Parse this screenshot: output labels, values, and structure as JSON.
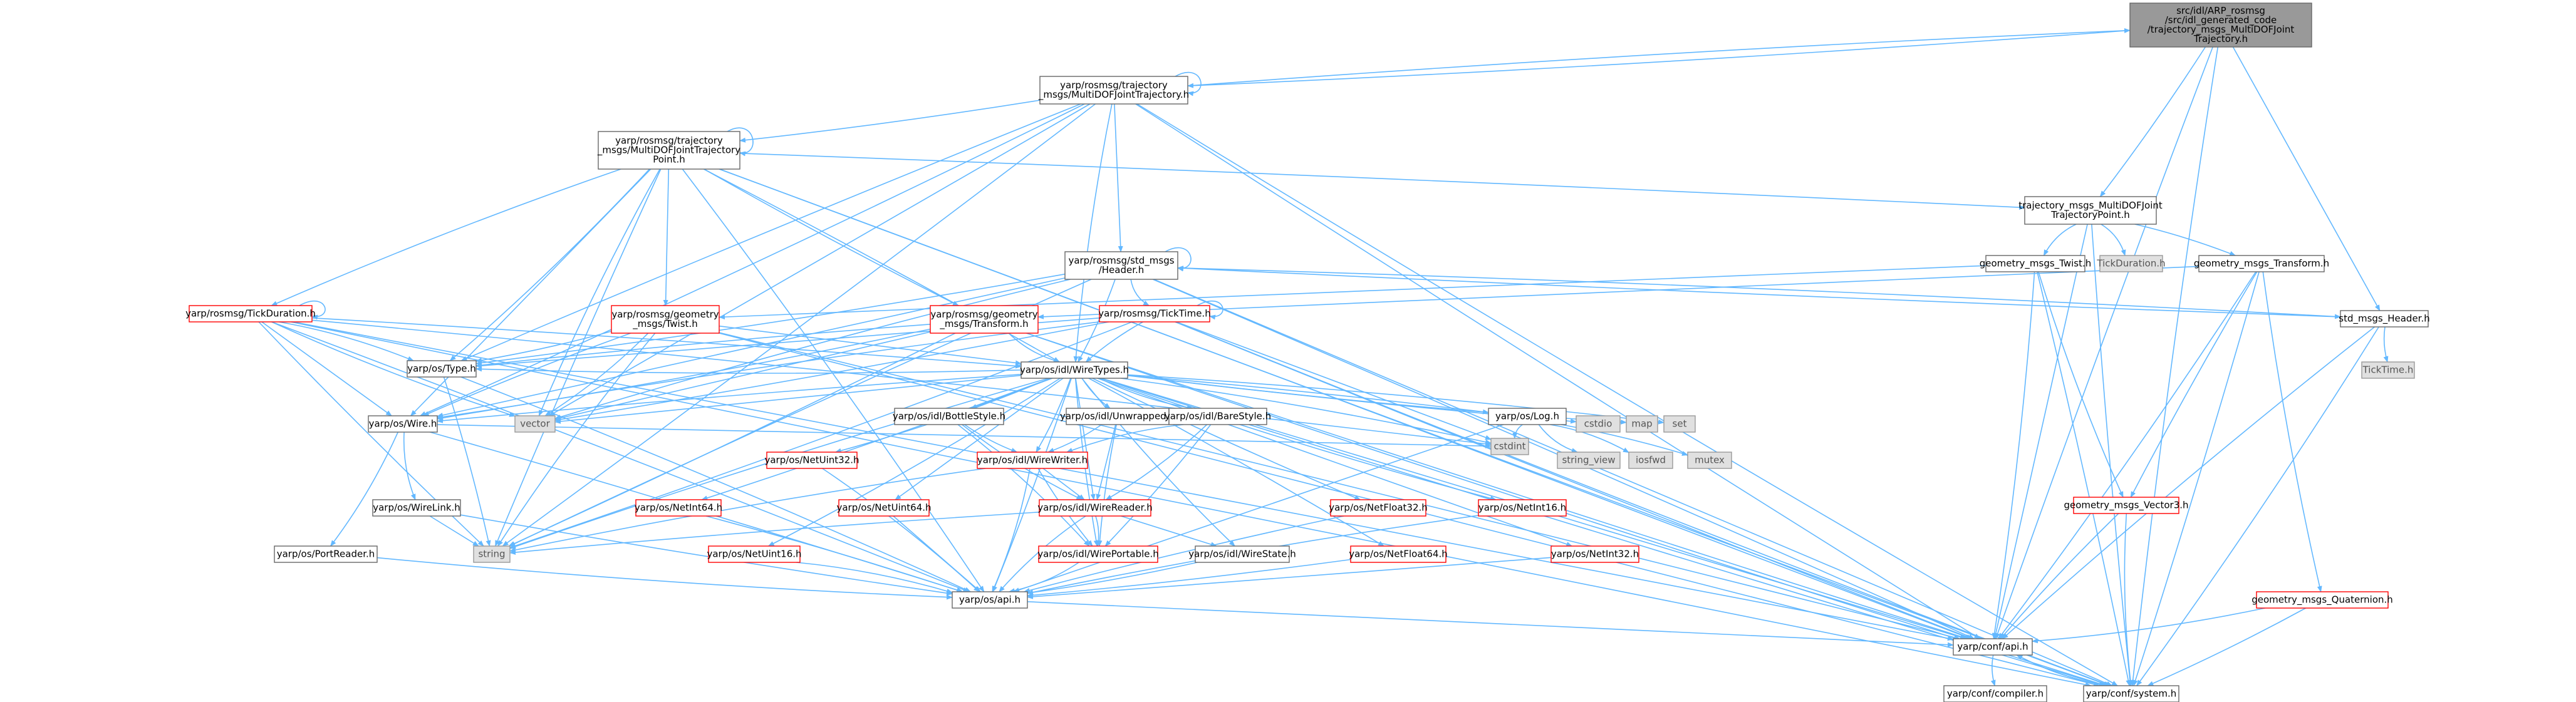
{
  "colors": {
    "edge": "#63b8ff",
    "highlight_fill": "#999999",
    "border": "#666666",
    "red_border": "#ff0000",
    "gray_fill": "#e0e0e0"
  },
  "nodes": [
    {
      "id": "root",
      "lines": [
        "src/idl/ARP_rosmsg",
        "/src/idl_generated_code",
        "/trajectory_msgs_MultiDOFJoint",
        "Trajectory.h"
      ],
      "style": "highlight"
    },
    {
      "id": "mdjt",
      "lines": [
        "yarp/rosmsg/trajectory",
        "_msgs/MultiDOFJointTrajectory.h"
      ],
      "style": "normal"
    },
    {
      "id": "mdjtp",
      "lines": [
        "yarp/rosmsg/trajectory",
        "_msgs/MultiDOFJointTrajectory",
        "Point.h"
      ],
      "style": "normal"
    },
    {
      "id": "tmdjtp",
      "lines": [
        "trajectory_msgs_MultiDOFJoint",
        "TrajectoryPoint.h"
      ],
      "style": "normal"
    },
    {
      "id": "stdhdr",
      "lines": [
        "yarp/rosmsg/std_msgs",
        "/Header.h"
      ],
      "style": "normal"
    },
    {
      "id": "gtwist",
      "lines": [
        "geometry_msgs_Twist.h"
      ],
      "style": "normal"
    },
    {
      "id": "tickdurgray",
      "lines": [
        "TickDuration.h"
      ],
      "style": "gray"
    },
    {
      "id": "gtrans",
      "lines": [
        "geometry_msgs_Transform.h"
      ],
      "style": "normal"
    },
    {
      "id": "ticktime",
      "lines": [
        "yarp/rosmsg/TickTime.h"
      ],
      "style": "red"
    },
    {
      "id": "rtwist",
      "lines": [
        "yarp/rosmsg/geometry",
        "_msgs/Twist.h"
      ],
      "style": "red"
    },
    {
      "id": "rtrans",
      "lines": [
        "yarp/rosmsg/geometry",
        "_msgs/Transform.h"
      ],
      "style": "red"
    },
    {
      "id": "tickdur",
      "lines": [
        "yarp/rosmsg/TickDuration.h"
      ],
      "style": "red"
    },
    {
      "id": "stdmsghdr",
      "lines": [
        "std_msgs_Header.h"
      ],
      "style": "normal"
    },
    {
      "id": "ticktimegray",
      "lines": [
        "TickTime.h"
      ],
      "style": "gray"
    },
    {
      "id": "type",
      "lines": [
        "yarp/os/Type.h"
      ],
      "style": "normal"
    },
    {
      "id": "wiretypes",
      "lines": [
        "yarp/os/idl/WireTypes.h"
      ],
      "style": "normal"
    },
    {
      "id": "wire",
      "lines": [
        "yarp/os/Wire.h"
      ],
      "style": "normal"
    },
    {
      "id": "vector",
      "lines": [
        "vector"
      ],
      "style": "gray"
    },
    {
      "id": "cstdio",
      "lines": [
        "cstdio"
      ],
      "style": "gray"
    },
    {
      "id": "map",
      "lines": [
        "map"
      ],
      "style": "gray"
    },
    {
      "id": "set",
      "lines": [
        "set"
      ],
      "style": "gray"
    },
    {
      "id": "log",
      "lines": [
        "yarp/os/Log.h"
      ],
      "style": "normal"
    },
    {
      "id": "bottlestyle",
      "lines": [
        "yarp/os/idl/BottleStyle.h"
      ],
      "style": "normal"
    },
    {
      "id": "unwrapped",
      "lines": [
        "yarp/os/idl/Unwrapped.h"
      ],
      "style": "normal"
    },
    {
      "id": "barestyle",
      "lines": [
        "yarp/os/idl/BareStyle.h"
      ],
      "style": "normal"
    },
    {
      "id": "cstdint",
      "lines": [
        "cstdint"
      ],
      "style": "gray"
    },
    {
      "id": "stringview",
      "lines": [
        "string_view"
      ],
      "style": "gray"
    },
    {
      "id": "iosfwd",
      "lines": [
        "iosfwd"
      ],
      "style": "gray"
    },
    {
      "id": "mutex",
      "lines": [
        "mutex"
      ],
      "style": "gray"
    },
    {
      "id": "vec3",
      "lines": [
        "geometry_msgs_Vector3.h"
      ],
      "style": "red"
    },
    {
      "id": "wirewriter",
      "lines": [
        "yarp/os/idl/WireWriter.h"
      ],
      "style": "red"
    },
    {
      "id": "netuint32",
      "lines": [
        "yarp/os/NetUint32.h"
      ],
      "style": "red"
    },
    {
      "id": "netint64",
      "lines": [
        "yarp/os/NetInt64.h"
      ],
      "style": "red"
    },
    {
      "id": "netuint64",
      "lines": [
        "yarp/os/NetUint64.h"
      ],
      "style": "red"
    },
    {
      "id": "wirereader",
      "lines": [
        "yarp/os/idl/WireReader.h"
      ],
      "style": "red"
    },
    {
      "id": "netfloat32",
      "lines": [
        "yarp/os/NetFloat32.h"
      ],
      "style": "red"
    },
    {
      "id": "netint16",
      "lines": [
        "yarp/os/NetInt16.h"
      ],
      "style": "red"
    },
    {
      "id": "wirelink",
      "lines": [
        "yarp/os/WireLink.h"
      ],
      "style": "normal"
    },
    {
      "id": "string",
      "lines": [
        "string"
      ],
      "style": "gray"
    },
    {
      "id": "portreader",
      "lines": [
        "yarp/os/PortReader.h"
      ],
      "style": "normal"
    },
    {
      "id": "netuint16",
      "lines": [
        "yarp/os/NetUint16.h"
      ],
      "style": "red"
    },
    {
      "id": "wireportable",
      "lines": [
        "yarp/os/idl/WirePortable.h"
      ],
      "style": "red"
    },
    {
      "id": "wirestate",
      "lines": [
        "yarp/os/idl/WireState.h"
      ],
      "style": "normal"
    },
    {
      "id": "netfloat64",
      "lines": [
        "yarp/os/NetFloat64.h"
      ],
      "style": "red"
    },
    {
      "id": "netint32",
      "lines": [
        "yarp/os/NetInt32.h"
      ],
      "style": "red"
    },
    {
      "id": "quat",
      "lines": [
        "geometry_msgs_Quaternion.h"
      ],
      "style": "red"
    },
    {
      "id": "osapi",
      "lines": [
        "yarp/os/api.h"
      ],
      "style": "normal"
    },
    {
      "id": "confapi",
      "lines": [
        "yarp/conf/api.h"
      ],
      "style": "normal"
    },
    {
      "id": "compiler",
      "lines": [
        "yarp/conf/compiler.h"
      ],
      "style": "normal"
    },
    {
      "id": "system",
      "lines": [
        "yarp/conf/system.h"
      ],
      "style": "normal"
    }
  ],
  "edges": [
    [
      "root",
      "mdjt"
    ],
    [
      "root",
      "tmdjtp"
    ],
    [
      "root",
      "stdmsghdr"
    ],
    [
      "root",
      "confapi"
    ],
    [
      "root",
      "system"
    ],
    [
      "mdjt",
      "root"
    ],
    [
      "mdjt",
      "mdjtp"
    ],
    [
      "mdjt",
      "stdhdr"
    ],
    [
      "mdjt",
      "type"
    ],
    [
      "mdjt",
      "wiretypes"
    ],
    [
      "mdjt",
      "wire"
    ],
    [
      "mdjt",
      "string"
    ],
    [
      "mdjt",
      "vector"
    ],
    [
      "mdjt",
      "confapi"
    ],
    [
      "mdjt",
      "system"
    ],
    [
      "mdjt",
      "mdjt"
    ],
    [
      "mdjtp",
      "tmdjtp"
    ],
    [
      "mdjtp",
      "rtwist"
    ],
    [
      "mdjtp",
      "rtrans"
    ],
    [
      "mdjtp",
      "tickdur"
    ],
    [
      "mdjtp",
      "type"
    ],
    [
      "mdjtp",
      "wiretypes"
    ],
    [
      "mdjtp",
      "wire"
    ],
    [
      "mdjtp",
      "string"
    ],
    [
      "mdjtp",
      "vector"
    ],
    [
      "mdjtp",
      "osapi"
    ],
    [
      "mdjtp",
      "confapi"
    ],
    [
      "mdjtp",
      "system"
    ],
    [
      "mdjtp",
      "mdjtp"
    ],
    [
      "tmdjtp",
      "gtwist"
    ],
    [
      "tmdjtp",
      "tickdurgray"
    ],
    [
      "tmdjtp",
      "gtrans"
    ],
    [
      "tmdjtp",
      "confapi"
    ],
    [
      "tmdjtp",
      "system"
    ],
    [
      "stdhdr",
      "ticktime"
    ],
    [
      "stdhdr",
      "type"
    ],
    [
      "stdhdr",
      "wiretypes"
    ],
    [
      "stdhdr",
      "wire"
    ],
    [
      "stdhdr",
      "string"
    ],
    [
      "stdhdr",
      "vector"
    ],
    [
      "stdhdr",
      "stdmsghdr"
    ],
    [
      "stdhdr",
      "confapi"
    ],
    [
      "stdhdr",
      "system"
    ],
    [
      "stdhdr",
      "stdhdr"
    ],
    [
      "gtwist",
      "vec3"
    ],
    [
      "gtwist",
      "confapi"
    ],
    [
      "gtwist",
      "system"
    ],
    [
      "gtwist",
      "rtwist"
    ],
    [
      "gtrans",
      "vec3"
    ],
    [
      "gtrans",
      "quat"
    ],
    [
      "gtrans",
      "confapi"
    ],
    [
      "gtrans",
      "system"
    ],
    [
      "gtrans",
      "rtrans"
    ],
    [
      "stdmsghdr",
      "ticktimegray"
    ],
    [
      "stdmsghdr",
      "confapi"
    ],
    [
      "stdmsghdr",
      "system"
    ],
    [
      "stdmsghdr",
      "stdhdr"
    ],
    [
      "ticktime",
      "type"
    ],
    [
      "ticktime",
      "wiretypes"
    ],
    [
      "ticktime",
      "wire"
    ],
    [
      "ticktime",
      "string"
    ],
    [
      "ticktime",
      "vector"
    ],
    [
      "ticktime",
      "cstdint"
    ],
    [
      "ticktime",
      "confapi"
    ],
    [
      "ticktime",
      "system"
    ],
    [
      "ticktime",
      "ticktime"
    ],
    [
      "rtwist",
      "type"
    ],
    [
      "rtwist",
      "wiretypes"
    ],
    [
      "rtwist",
      "wire"
    ],
    [
      "rtwist",
      "string"
    ],
    [
      "rtwist",
      "vector"
    ],
    [
      "rtwist",
      "confapi"
    ],
    [
      "rtwist",
      "system"
    ],
    [
      "rtrans",
      "type"
    ],
    [
      "rtrans",
      "wiretypes"
    ],
    [
      "rtrans",
      "wire"
    ],
    [
      "rtrans",
      "string"
    ],
    [
      "rtrans",
      "vector"
    ],
    [
      "rtrans",
      "confapi"
    ],
    [
      "rtrans",
      "system"
    ],
    [
      "tickdur",
      "type"
    ],
    [
      "tickdur",
      "wiretypes"
    ],
    [
      "tickdur",
      "wire"
    ],
    [
      "tickdur",
      "string"
    ],
    [
      "tickdur",
      "vector"
    ],
    [
      "tickdur",
      "cstdint"
    ],
    [
      "tickdur",
      "osapi"
    ],
    [
      "tickdur",
      "confapi"
    ],
    [
      "tickdur",
      "system"
    ],
    [
      "tickdur",
      "tickdur"
    ],
    [
      "type",
      "osapi"
    ],
    [
      "type",
      "string"
    ],
    [
      "wiretypes",
      "vector"
    ],
    [
      "wiretypes",
      "cstdio"
    ],
    [
      "wiretypes",
      "map"
    ],
    [
      "wiretypes",
      "set"
    ],
    [
      "wiretypes",
      "log"
    ],
    [
      "wiretypes",
      "bottlestyle"
    ],
    [
      "wiretypes",
      "unwrapped"
    ],
    [
      "wiretypes",
      "barestyle"
    ],
    [
      "wiretypes",
      "cstdint"
    ],
    [
      "wiretypes",
      "wirewriter"
    ],
    [
      "wiretypes",
      "wirereader"
    ],
    [
      "wiretypes",
      "wireportable"
    ],
    [
      "wiretypes",
      "wirestate"
    ],
    [
      "wiretypes",
      "netuint32"
    ],
    [
      "wiretypes",
      "netint64"
    ],
    [
      "wiretypes",
      "netuint64"
    ],
    [
      "wiretypes",
      "netfloat32"
    ],
    [
      "wiretypes",
      "netint16"
    ],
    [
      "wiretypes",
      "netuint16"
    ],
    [
      "wiretypes",
      "netfloat64"
    ],
    [
      "wiretypes",
      "netint32"
    ],
    [
      "wiretypes",
      "wire"
    ],
    [
      "wiretypes",
      "string"
    ],
    [
      "wiretypes",
      "type"
    ],
    [
      "wiretypes",
      "osapi"
    ],
    [
      "wiretypes",
      "confapi"
    ],
    [
      "wiretypes",
      "system"
    ],
    [
      "wire",
      "wirelink"
    ],
    [
      "wire",
      "portreader"
    ],
    [
      "wire",
      "osapi"
    ],
    [
      "wire",
      "cstdint"
    ],
    [
      "log",
      "cstdint"
    ],
    [
      "log",
      "stringview"
    ],
    [
      "log",
      "iosfwd"
    ],
    [
      "log",
      "mutex"
    ],
    [
      "log",
      "osapi"
    ],
    [
      "bottlestyle",
      "wirewriter"
    ],
    [
      "bottlestyle",
      "wirereader"
    ],
    [
      "bottlestyle",
      "wireportable"
    ],
    [
      "unwrapped",
      "wirewriter"
    ],
    [
      "unwrapped",
      "wirereader"
    ],
    [
      "unwrapped",
      "wireportable"
    ],
    [
      "barestyle",
      "wirewriter"
    ],
    [
      "barestyle",
      "wirereader"
    ],
    [
      "barestyle",
      "wireportable"
    ],
    [
      "wirewriter",
      "wirereader"
    ],
    [
      "wirewriter",
      "wireportable"
    ],
    [
      "wirewriter",
      "string"
    ],
    [
      "wirewriter",
      "osapi"
    ],
    [
      "wirereader",
      "wireportable"
    ],
    [
      "wirereader",
      "wirestate"
    ],
    [
      "wirereader",
      "string"
    ],
    [
      "wirereader",
      "osapi"
    ],
    [
      "wireportable",
      "osapi"
    ],
    [
      "wirestate",
      "osapi"
    ],
    [
      "wirelink",
      "string"
    ],
    [
      "wirelink",
      "osapi"
    ],
    [
      "portreader",
      "osapi"
    ],
    [
      "netuint32",
      "osapi"
    ],
    [
      "netint64",
      "osapi"
    ],
    [
      "netuint64",
      "osapi"
    ],
    [
      "netfloat32",
      "osapi"
    ],
    [
      "netint16",
      "osapi"
    ],
    [
      "netuint16",
      "osapi"
    ],
    [
      "netfloat64",
      "osapi"
    ],
    [
      "netint32",
      "osapi"
    ],
    [
      "vec3",
      "confapi"
    ],
    [
      "vec3",
      "system"
    ],
    [
      "quat",
      "confapi"
    ],
    [
      "quat",
      "system"
    ],
    [
      "osapi",
      "confapi"
    ],
    [
      "confapi",
      "compiler"
    ],
    [
      "confapi",
      "system"
    ],
    [
      "system",
      "confapi"
    ]
  ]
}
